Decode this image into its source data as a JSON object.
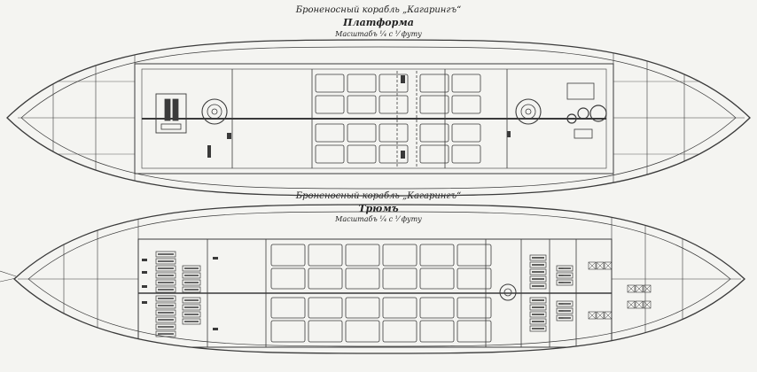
{
  "drawing": {
    "ink_color": "#3a3a3a",
    "paper_color": "#f4f4f1"
  },
  "upper_plan": {
    "title": "Броненосный корабль „Кагарингъ“",
    "subtitle": "Платформа",
    "scale_note": "Масштабъ ⅟₄ с ⅟ футу"
  },
  "lower_plan": {
    "title": "Броненосный корабль „Кагарингъ“",
    "subtitle": "Трюмъ",
    "scale_note": "Масштабъ ⅟₄ с ⅟ футу"
  }
}
